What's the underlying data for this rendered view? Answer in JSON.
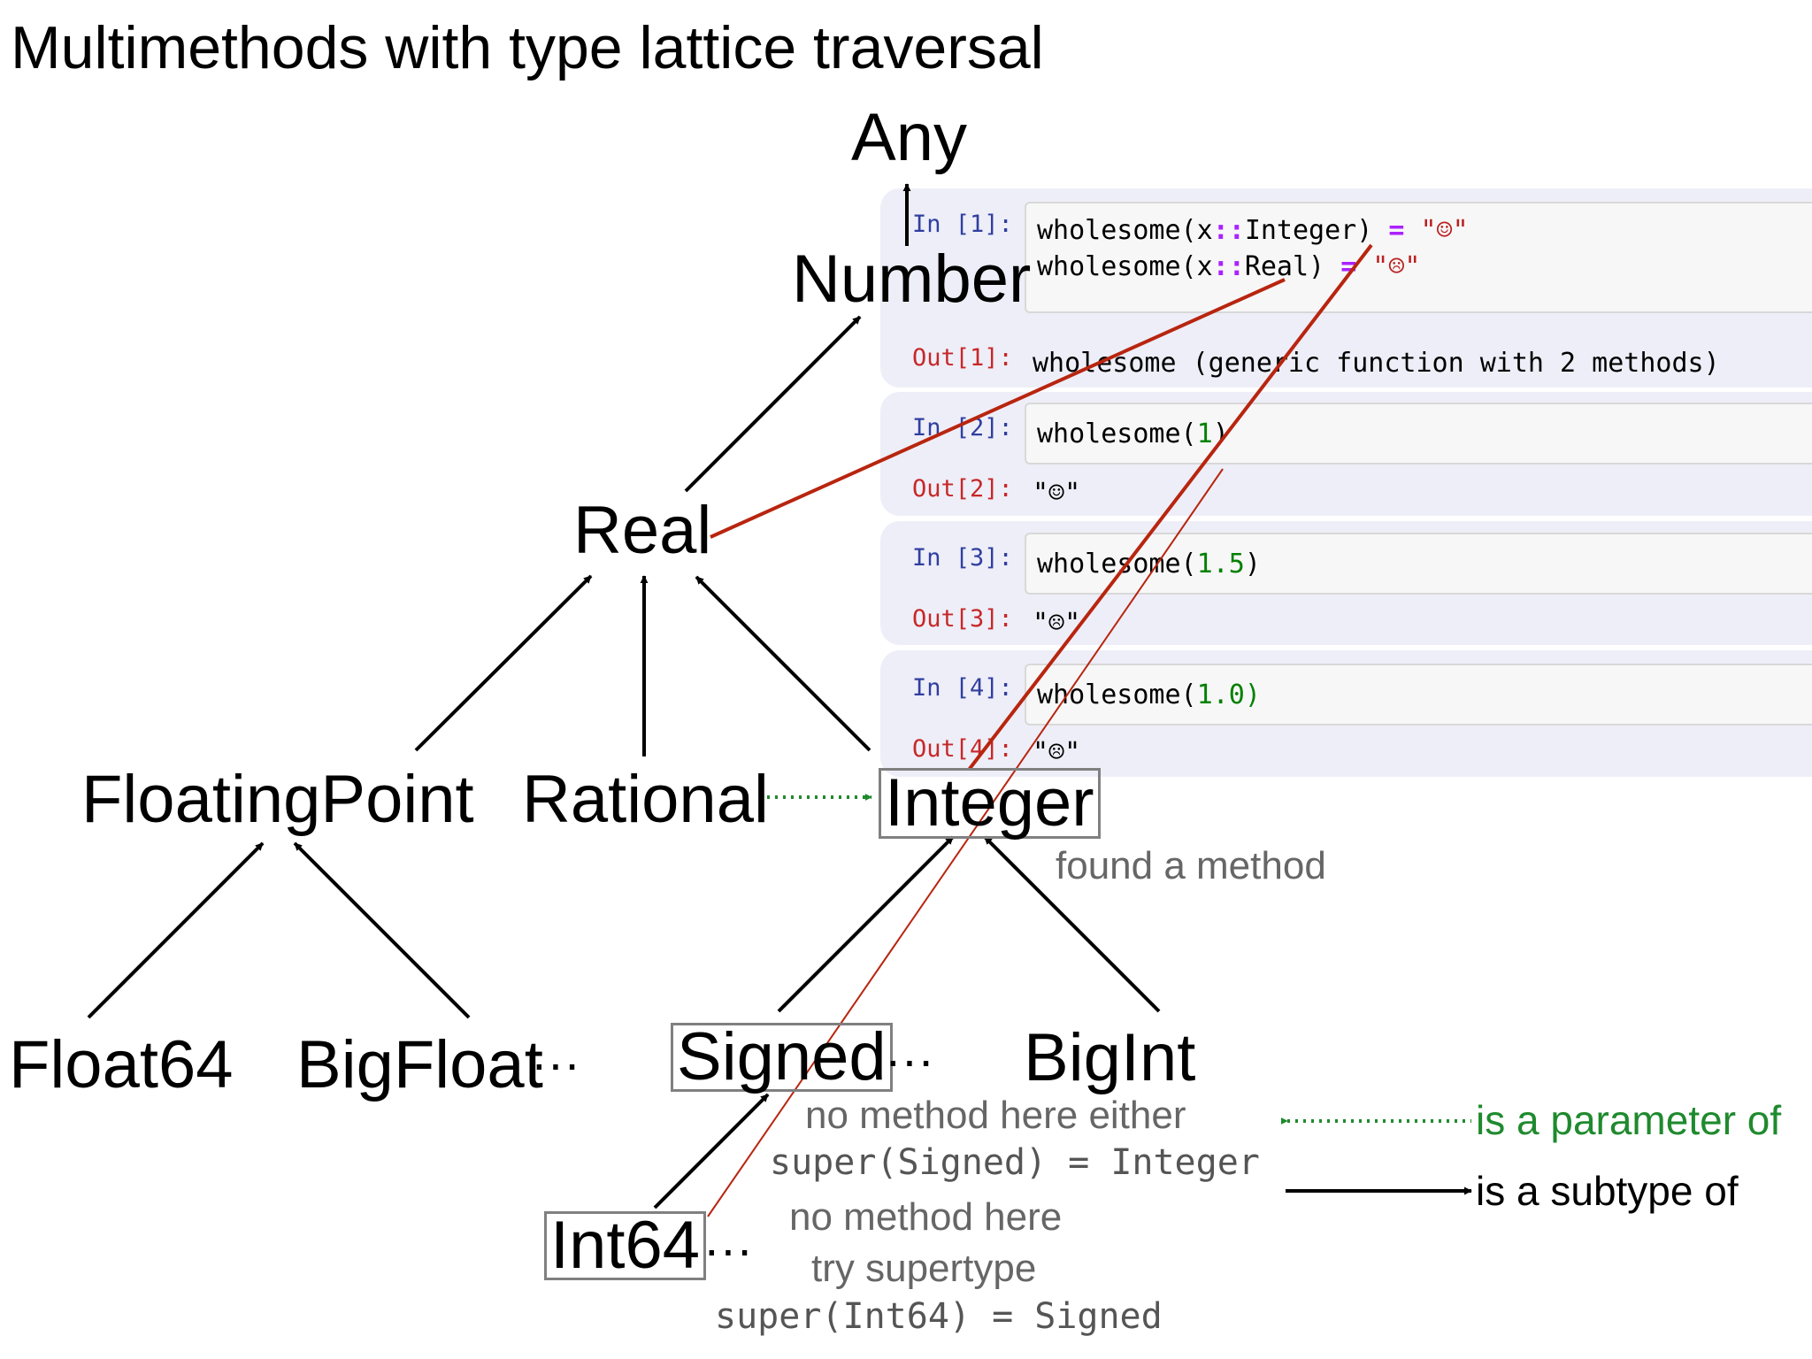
{
  "title": "Multimethods with type lattice traversal",
  "nodes": {
    "any": "Any",
    "number": "Number",
    "real": "Real",
    "floating_point": "FloatingPoint",
    "rational": "Rational",
    "integer": "Integer",
    "float64": "Float64",
    "bigfloat": "BigFloat",
    "signed": "Signed",
    "bigint": "BigInt",
    "int64": "Int64",
    "ellipsis": "···"
  },
  "notes": {
    "found_method": "found a method",
    "no_method_either": "no method here either",
    "super_signed": "super(Signed) = Integer",
    "no_method_here": "no method here",
    "try_supertype": "try supertype",
    "super_int64": "super(Int64) = Signed"
  },
  "legend": {
    "parameter_of": "is a parameter of",
    "subtype_of": "is a subtype of"
  },
  "notebook": {
    "cells": [
      {
        "in_prompt": "In [1]:",
        "in_line1": {
          "p1": "wholesome(x",
          "op": "::",
          "p2": "Integer) ",
          "eq": "=",
          "str": " \"☺\""
        },
        "in_line2": {
          "p1": "wholesome(x",
          "op": "::",
          "p2": "Real) ",
          "eq": "=",
          "str": " \"☹\""
        },
        "out_prompt": "Out[1]:",
        "out_value": "wholesome (generic function with 2 methods)"
      },
      {
        "in_prompt": "In [2]:",
        "in_fn": "wholesome(",
        "in_arg": "1",
        "in_close": ")",
        "out_prompt": "Out[2]:",
        "out_value": "\"☺\""
      },
      {
        "in_prompt": "In [3]:",
        "in_fn": "wholesome(",
        "in_arg": "1.5",
        "in_close": ")",
        "out_prompt": "Out[3]:",
        "out_value": "\"☹\""
      },
      {
        "in_prompt": "In [4]:",
        "in_fn": "wholesome(",
        "in_arg": "1.0",
        "in_close": ")",
        "out_prompt": "Out[4]:",
        "out_value": "\"☹\""
      }
    ]
  },
  "colors": {
    "subtype_arrow": "#000000",
    "parameter_arrow": "#1f8a2e",
    "trace_line": "#b8250f",
    "box_border": "#808080",
    "annotation_text": "#666666",
    "legend_parameter_text": "#1f8a2e",
    "notebook_bg": "#eeeef8"
  }
}
